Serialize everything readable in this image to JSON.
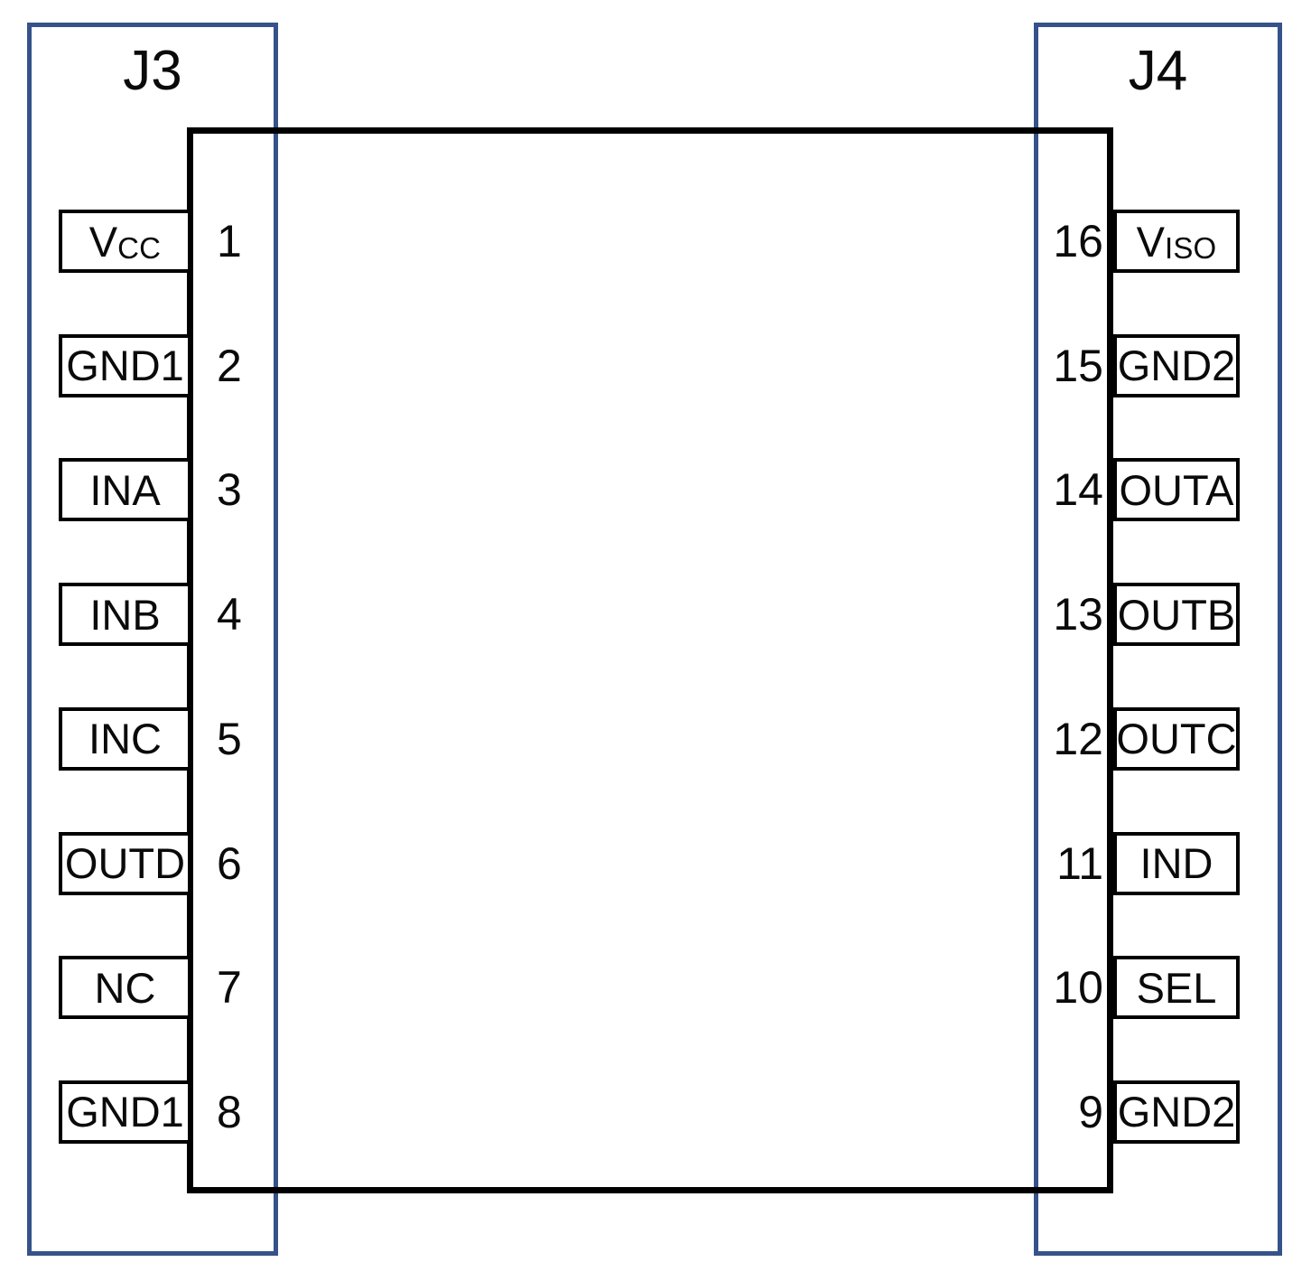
{
  "colors": {
    "connector_outline": "#35528a",
    "chip_outline": "#000000",
    "text": "#0a0a0a",
    "background": "#ffffff"
  },
  "connectors": {
    "left": {
      "name": "J3"
    },
    "right": {
      "name": "J4"
    }
  },
  "chip": {
    "total_pins": 16,
    "left_pins": [
      {
        "number": "1",
        "label": "V",
        "sub": "CC",
        "full": "VCC"
      },
      {
        "number": "2",
        "label": "GND1",
        "sub": "",
        "full": "GND1"
      },
      {
        "number": "3",
        "label": "INA",
        "sub": "",
        "full": "INA"
      },
      {
        "number": "4",
        "label": "INB",
        "sub": "",
        "full": "INB"
      },
      {
        "number": "5",
        "label": "INC",
        "sub": "",
        "full": "INC"
      },
      {
        "number": "6",
        "label": "OUTD",
        "sub": "",
        "full": "OUTD"
      },
      {
        "number": "7",
        "label": "NC",
        "sub": "",
        "full": "NC"
      },
      {
        "number": "8",
        "label": "GND1",
        "sub": "",
        "full": "GND1"
      }
    ],
    "right_pins": [
      {
        "number": "16",
        "label": "V",
        "sub": "ISO",
        "full": "VISO"
      },
      {
        "number": "15",
        "label": "GND2",
        "sub": "",
        "full": "GND2"
      },
      {
        "number": "14",
        "label": "OUTA",
        "sub": "",
        "full": "OUTA"
      },
      {
        "number": "13",
        "label": "OUTB",
        "sub": "",
        "full": "OUTB"
      },
      {
        "number": "12",
        "label": "OUTC",
        "sub": "",
        "full": "OUTC"
      },
      {
        "number": "11",
        "label": "IND",
        "sub": "",
        "full": "IND"
      },
      {
        "number": "10",
        "label": "SEL",
        "sub": "",
        "full": "SEL"
      },
      {
        "number": "9",
        "label": "GND2",
        "sub": "",
        "full": "GND2"
      }
    ]
  }
}
